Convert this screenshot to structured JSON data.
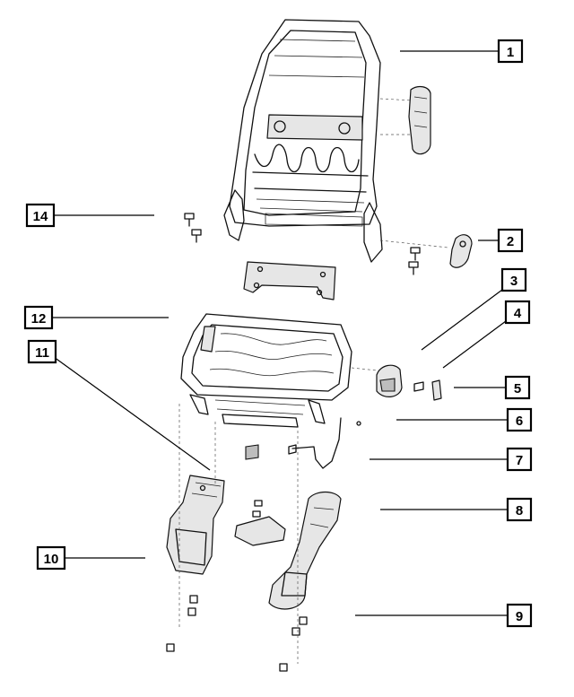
{
  "callouts": [
    {
      "id": "callout-1",
      "label": "1"
    },
    {
      "id": "callout-2",
      "label": "2"
    },
    {
      "id": "callout-3",
      "label": "3"
    },
    {
      "id": "callout-4",
      "label": "4"
    },
    {
      "id": "callout-5",
      "label": "5"
    },
    {
      "id": "callout-6",
      "label": "6"
    },
    {
      "id": "callout-7",
      "label": "7"
    },
    {
      "id": "callout-8",
      "label": "8"
    },
    {
      "id": "callout-9",
      "label": "9"
    },
    {
      "id": "callout-10",
      "label": "10"
    },
    {
      "id": "callout-11",
      "label": "11"
    },
    {
      "id": "callout-12",
      "label": "12"
    },
    {
      "id": "callout-14",
      "label": "14"
    }
  ]
}
